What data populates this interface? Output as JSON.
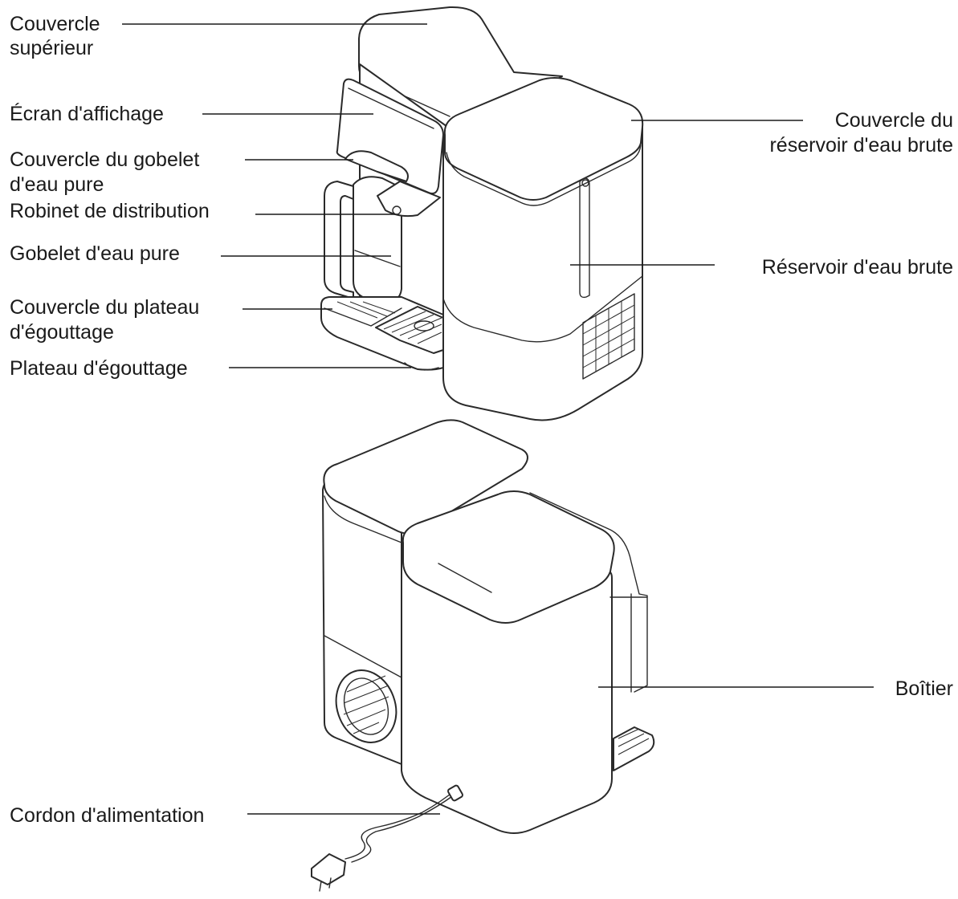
{
  "labels": {
    "top_cover": [
      "Couvercle",
      "supérieur"
    ],
    "display_screen": [
      "Écran d'affichage"
    ],
    "pure_cup_lid": [
      "Couvercle du gobelet",
      "d'eau pure"
    ],
    "dispensing_tap": [
      "Robinet de distribution"
    ],
    "pure_water_cup": [
      "Gobelet d'eau pure"
    ],
    "drip_tray_cover": [
      "Couvercle du plateau",
      "d'égouttage"
    ],
    "drip_tray": [
      "Plateau d'égouttage"
    ],
    "raw_tank_lid": [
      "Couvercle du",
      "réservoir d'eau brute"
    ],
    "raw_water_tank": [
      "Réservoir d'eau brute"
    ],
    "housing": [
      "Boîtier"
    ],
    "power_cord": [
      "Cordon d'alimentation"
    ]
  }
}
